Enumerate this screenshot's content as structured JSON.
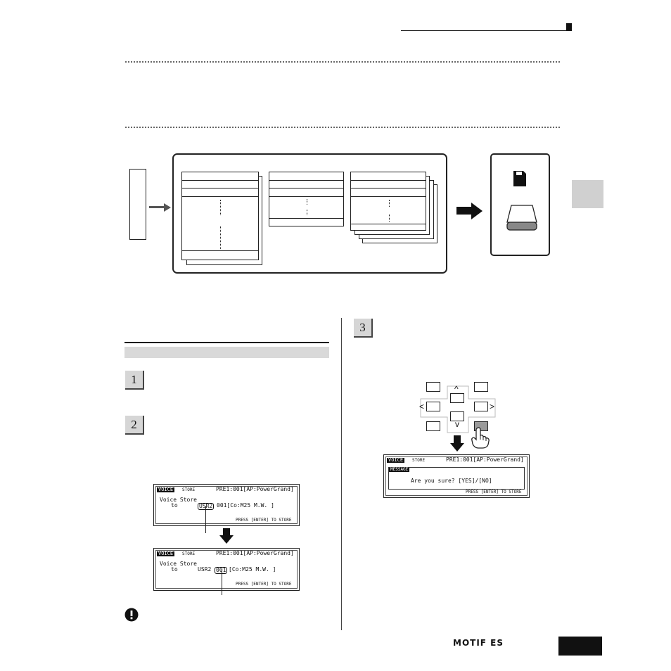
{
  "footer": {
    "brand": "MOTIF ES"
  },
  "steps": [
    {
      "number": "1"
    },
    {
      "number": "2"
    },
    {
      "number": "3"
    }
  ],
  "lcd1": {
    "mode": "VOICE",
    "page": "STORE",
    "source": "PRE1:001[AP:PowerGrand]",
    "label_line1": "Voice Store",
    "label_to": "to",
    "bank": "USR2",
    "dest": "001[Co:M25  M.W. ]",
    "footer": "PRESS [ENTER] TO STORE"
  },
  "lcd2": {
    "mode": "VOICE",
    "page": "STORE",
    "source": "PRE1:001[AP:PowerGrand]",
    "label_line1": "Voice Store",
    "label_to": "to",
    "bank": "USR2",
    "number": "001",
    "dest": "[Co:M25  M.W. ]",
    "footer": "PRESS [ENTER] TO STORE"
  },
  "lcd3": {
    "mode": "VOICE",
    "page": "STORE",
    "source": "PRE1:001[AP:PowerGrand]",
    "message_tag": "MESSAGE",
    "message": "Are you sure?  [YES]/[NO]",
    "footer": "PRESS [ENTER] TO STORE"
  },
  "keypad": {
    "up": "^",
    "down": "v",
    "left": "<",
    "right": ">"
  },
  "colors": {
    "section_bar": "#d9d9d9",
    "step_box": "#d6d6d6",
    "thumb_tab": "#d0d0d0",
    "page_number_box": "#111111"
  }
}
